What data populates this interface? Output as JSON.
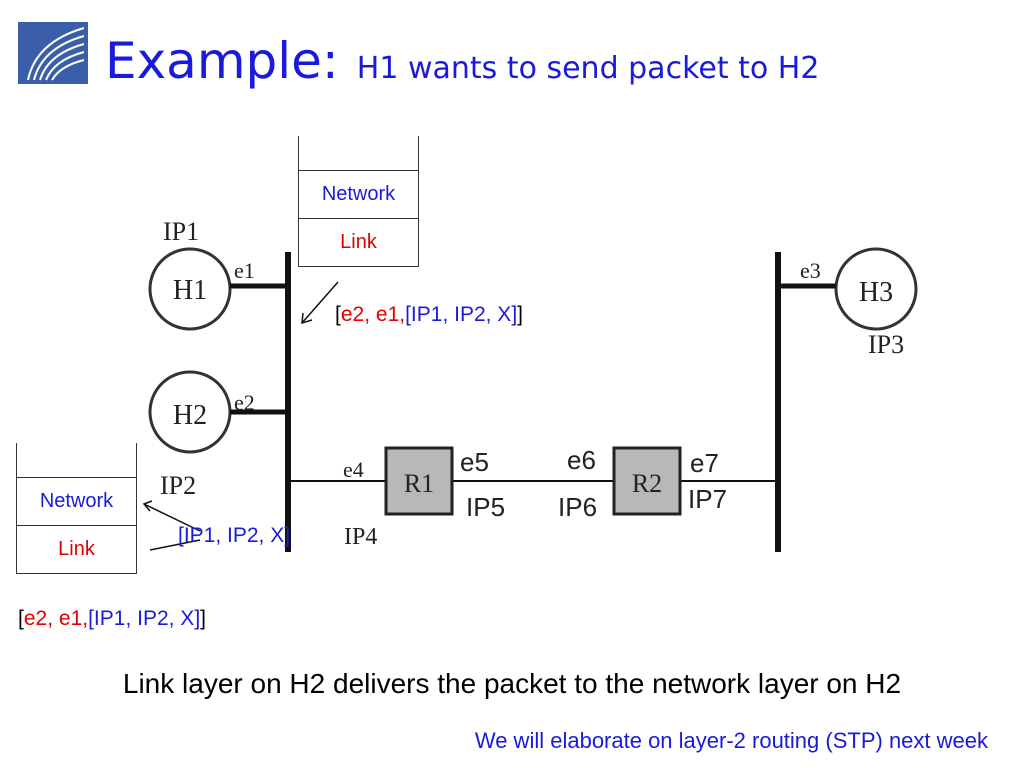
{
  "slide": {
    "title_main": "Example:",
    "title_sub": "H1 wants to send packet to H2",
    "caption": "Link layer on H2 delivers the packet to the network layer on H2",
    "footnote": "We will elaborate on layer-2 routing (STP) next week"
  },
  "stacks": {
    "network_label": "Network",
    "link_label": "Link"
  },
  "frames": {
    "open": "[",
    "close": "]",
    "dst_mac": "e2,",
    "src_mac": "e1,",
    "packet": "[IP1, IP2, X]",
    "mid_packet": "[IP1, IP2, X]"
  },
  "topology": {
    "hosts": [
      {
        "name": "H1",
        "ip": "IP1",
        "iface": "e1"
      },
      {
        "name": "H2",
        "ip": "IP2",
        "iface": "e2"
      },
      {
        "name": "H3",
        "ip": "IP3",
        "iface": "e3"
      }
    ],
    "routers": [
      {
        "name": "R1",
        "iface_left": "e4",
        "ip_left": "IP4",
        "iface_right": "e5",
        "ip_right": "IP5"
      },
      {
        "name": "R2",
        "iface_left": "e6",
        "ip_left": "IP6",
        "iface_right": "e7",
        "ip_right": "IP7"
      }
    ]
  },
  "colors": {
    "blue": "#1a1adb",
    "red": "#e00000",
    "router_fill": "#b8b8b8"
  }
}
